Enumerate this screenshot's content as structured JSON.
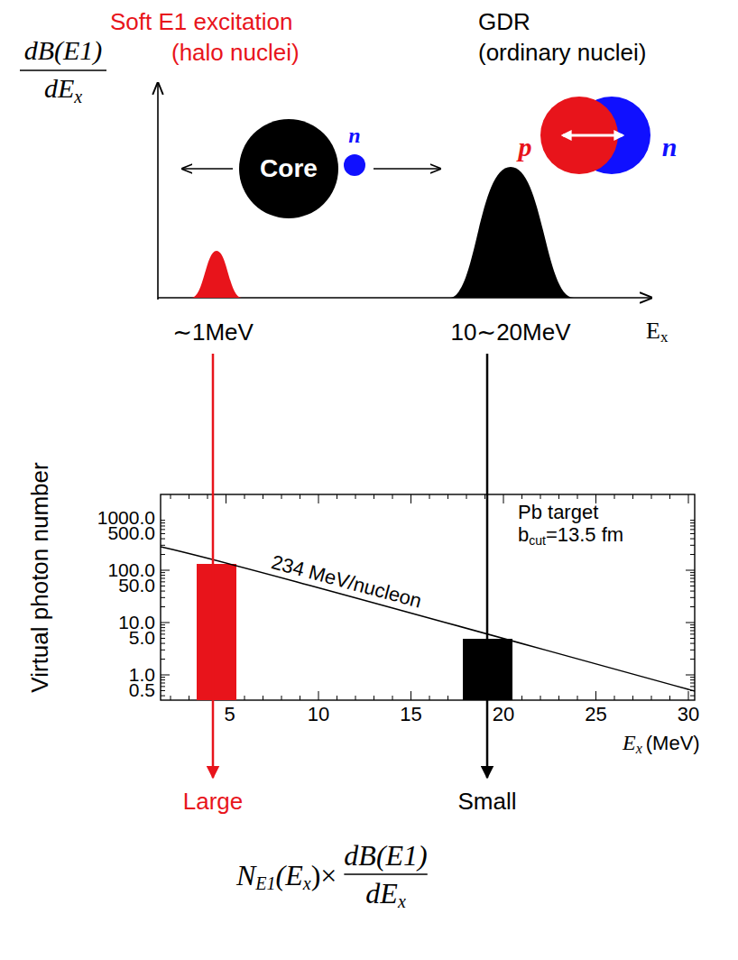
{
  "diagram": {
    "nodes": [
      {
        "text": [
          "Core"
        ]
      }
    ],
    "labels": [
      "dB(E1)",
      "dE",
      "x",
      "Soft E1 excitation",
      "(halo nuclei)",
      "GDR",
      "(ordinary nuclei)",
      "n",
      "p",
      "n",
      "∼1MeV",
      "10∼20MeV",
      "E",
      "x",
      "Virtual photon number",
      "1000.0",
      "500.0",
      "100.0",
      "50.0",
      "10.0",
      "5.0",
      "1.0",
      "0.5",
      "5",
      "10",
      "15",
      "20",
      "25",
      "30",
      "E",
      "x",
      "(MeV)",
      "Pb target",
      "b",
      "cut",
      "=13.5 fm",
      "234 MeV/nucleon",
      "Large",
      "Small",
      "N",
      "E1",
      "(E",
      "x",
      ")×",
      "dB(E1)",
      "dE",
      "x"
    ]
  }
}
